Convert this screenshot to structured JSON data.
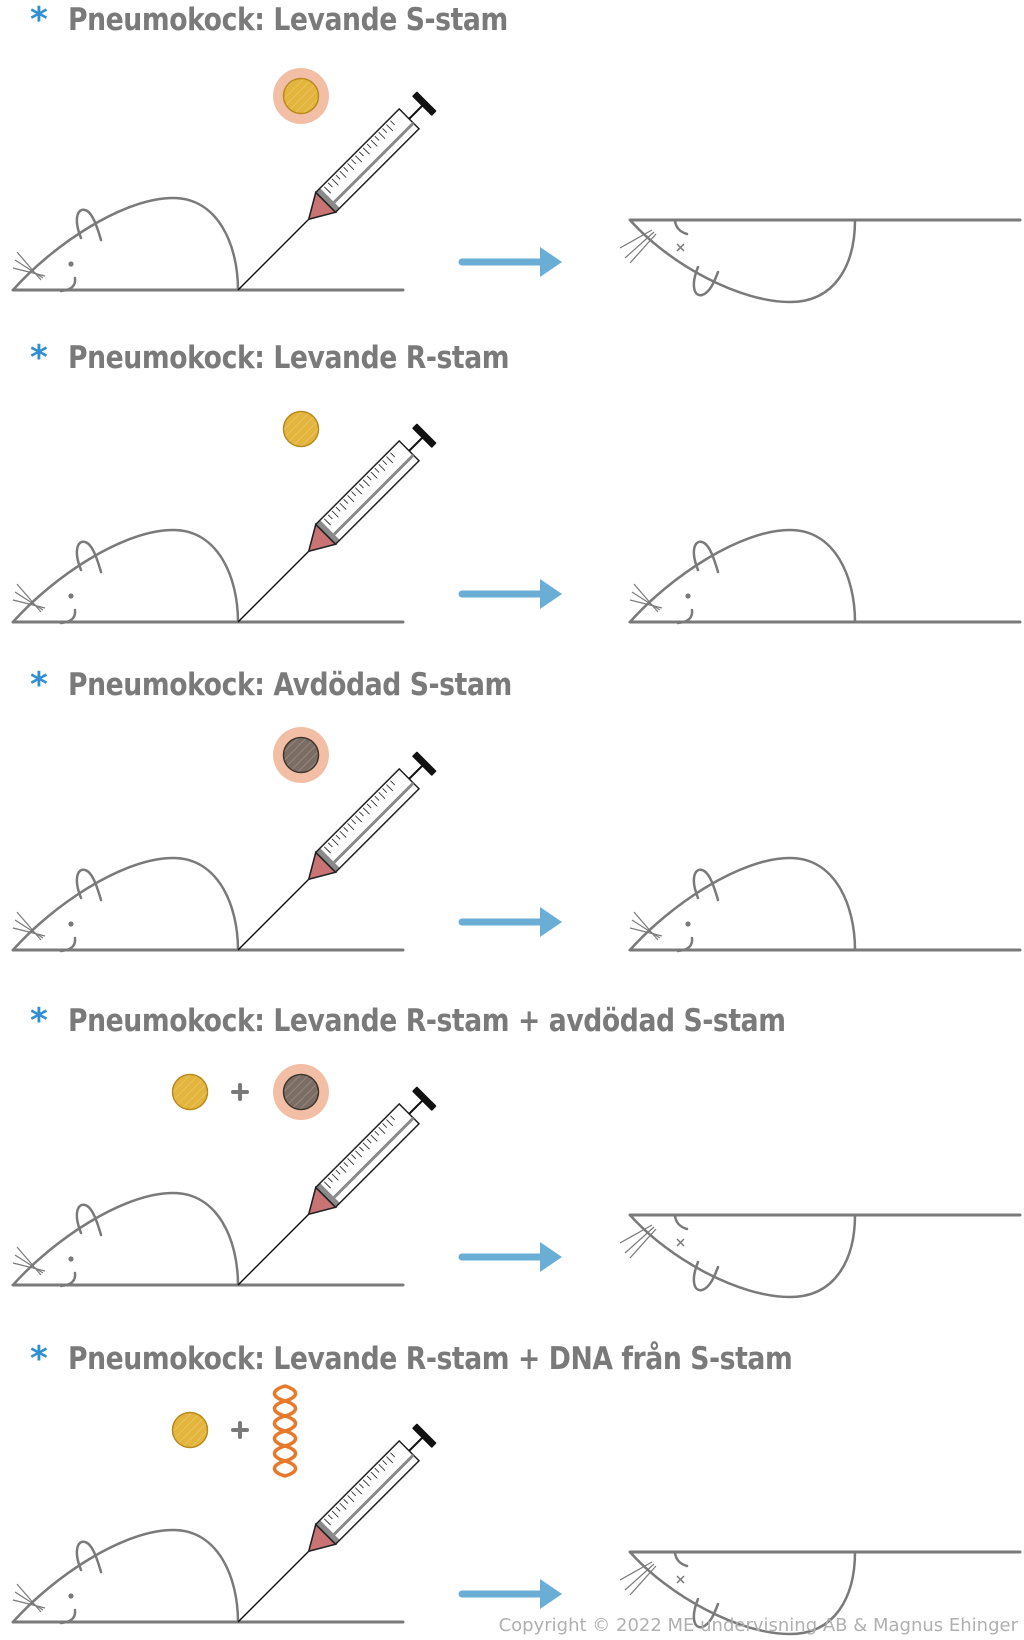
{
  "diagram": {
    "bullet_icon": "asterisk-icon",
    "experiments": [
      {
        "title": "Pneumokock: Levande S-stam",
        "inject": [
          "S-live"
        ],
        "outcome": "dead"
      },
      {
        "title": "Pneumokock: Levande R-stam",
        "inject": [
          "R-live"
        ],
        "outcome": "alive"
      },
      {
        "title": "Pneumokock: Avdödad S-stam",
        "inject": [
          "S-killed"
        ],
        "outcome": "alive"
      },
      {
        "title": "Pneumokock: Levande R-stam + avdödad S-stam",
        "inject": [
          "R-live",
          "+",
          "S-killed"
        ],
        "outcome": "dead"
      },
      {
        "title": "Pneumokock: Levande R-stam + DNA från S-stam",
        "inject": [
          "R-live",
          "+",
          "DNA"
        ],
        "outcome": "dead"
      }
    ],
    "colors": {
      "bullet": "#2f8fd6",
      "heading": "#7a7a7a",
      "arrow": "#6aaed6",
      "live_bacterium": "#e3b53d",
      "killed_bacterium": "#7b6d63",
      "capsule": "#f2bfa6",
      "dna": "#e8792b",
      "syringe_tip": "#c87474"
    }
  },
  "copyright": "Copyright © 2022 ME undervisning AB & Magnus Ehinger"
}
